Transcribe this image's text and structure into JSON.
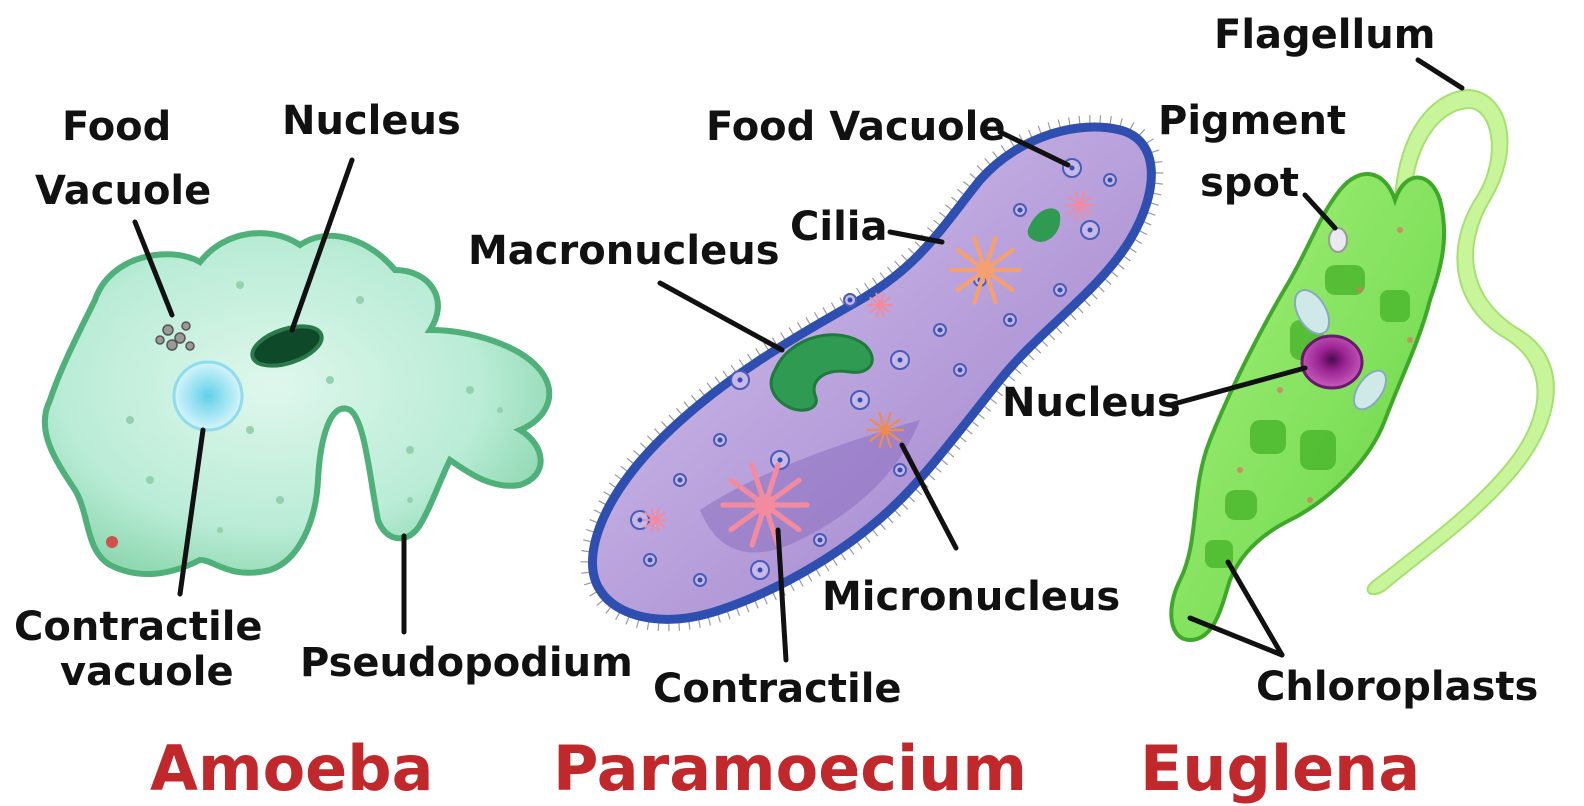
{
  "organisms": {
    "amoeba": {
      "title": "Amoeba",
      "labels": {
        "food_vacuole_1": "Food",
        "food_vacuole_2": "Vacuole",
        "nucleus": "Nucleus",
        "contractile_vacuole_1": "Contractile",
        "contractile_vacuole_2": "vacuole",
        "pseudopodium": "Pseudopodium"
      }
    },
    "paramoecium": {
      "title": "Paramoecium",
      "labels": {
        "food_vacuole": "Food Vacuole",
        "cilia": "Cilia",
        "macronucleus": "Macronucleus",
        "micronucleus": "Micronucleus",
        "contractile": "Contractile"
      }
    },
    "euglena": {
      "title": "Euglena",
      "labels": {
        "flagellum": "Flagellum",
        "pigment_spot_1": "Pigment",
        "pigment_spot_2": "spot",
        "nucleus": "Nucleus",
        "chloroplasts": "Chloroplasts"
      }
    }
  },
  "colors": {
    "title": "#c0282b",
    "amoeba_body": "#b9ecd6",
    "amoeba_edge": "#4fb07a",
    "paramoecium_body": "#b49bd8",
    "paramoecium_edge": "#2f4fb0",
    "euglena_body": "#7fe05a",
    "euglena_edge": "#3fa82a",
    "flagellum": "#b6f07a"
  }
}
